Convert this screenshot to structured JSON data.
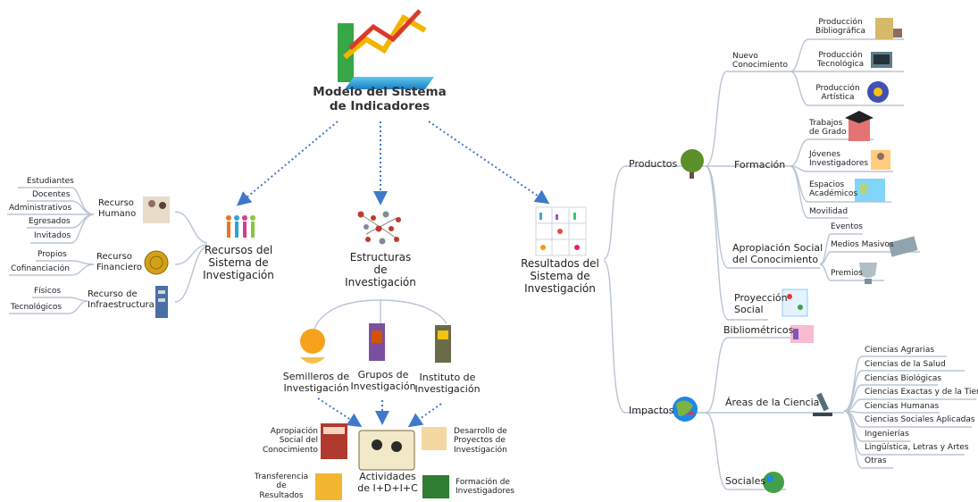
{
  "title": "Modelo del Sistema\nde Indicadores",
  "recursos": {
    "label": "Recursos del\nSistema de\nInvestigación",
    "humano": {
      "label": "Recurso\nHumano",
      "items": [
        "Estudiantes",
        "Docentes",
        "Administrativos",
        "Egresados",
        "Invitados"
      ]
    },
    "financiero": {
      "label": "Recurso\nFinanciero",
      "items": [
        "Propios",
        "Cofinanciación"
      ]
    },
    "infraestructura": {
      "label": "Recurso de\nInfraestructura",
      "items": [
        "Físicos",
        "Tecnológicos"
      ]
    }
  },
  "estructuras": {
    "label": "Estructuras\nde\nInvestigación",
    "semilleros": "Semilleros de\nInvestigación",
    "grupos": "Grupos de\nInvestigación",
    "instituto": "Instituto de\nInvestigación",
    "actividades": {
      "label": "Actividades\nde I+D+I+C",
      "apropiacion": "Apropiación\nSocial del\nConocimiento",
      "desarrollo": "Desarrollo de\nProyectos de\nInvestigación",
      "transferencia": "Transferencia\nde\nResultados",
      "formacion": "Formación de\nInvestigadores"
    }
  },
  "resultados": {
    "label": "Resultados del\nSistema de\nInvestigación",
    "productos": {
      "label": "Productos",
      "nuevo": {
        "label": "Nuevo\nConocimiento",
        "items": [
          "Producción\nBibliográfica",
          "Producción\nTecnológica",
          "Producción\nArtística"
        ]
      },
      "formacion": {
        "label": "Formación",
        "items": [
          "Trabajos\nde Grado",
          "Jóvenes\nInvestigadores",
          "Espacios\nAcadémicos",
          "Movilidad"
        ]
      },
      "apropiacion": {
        "label": "Apropiación Social\ndel Conocimiento",
        "items": [
          "Eventos",
          "Medios Masivos",
          "Premios"
        ]
      },
      "proyeccion": {
        "label": "Proyección\nSocial"
      }
    },
    "impactos": {
      "label": "Impactos",
      "bibliometricos": "Bibliométricos",
      "areas": {
        "label": "Áreas de la Ciencia",
        "items": [
          "Ciencias Agrarias",
          "Ciencias de la Salud",
          "Ciencias Biológicas",
          "Ciencias Exactas y de la Tierra",
          "Ciencias Humanas",
          "Ciencias Sociales Aplicadas",
          "Ingenierías",
          "Lingüística, Letras y Artes",
          "Otras"
        ]
      },
      "sociales": "Sociales"
    }
  },
  "colors": {
    "line": "#b9c5d3",
    "arrow": "#3f79c9",
    "text": "#222222"
  }
}
